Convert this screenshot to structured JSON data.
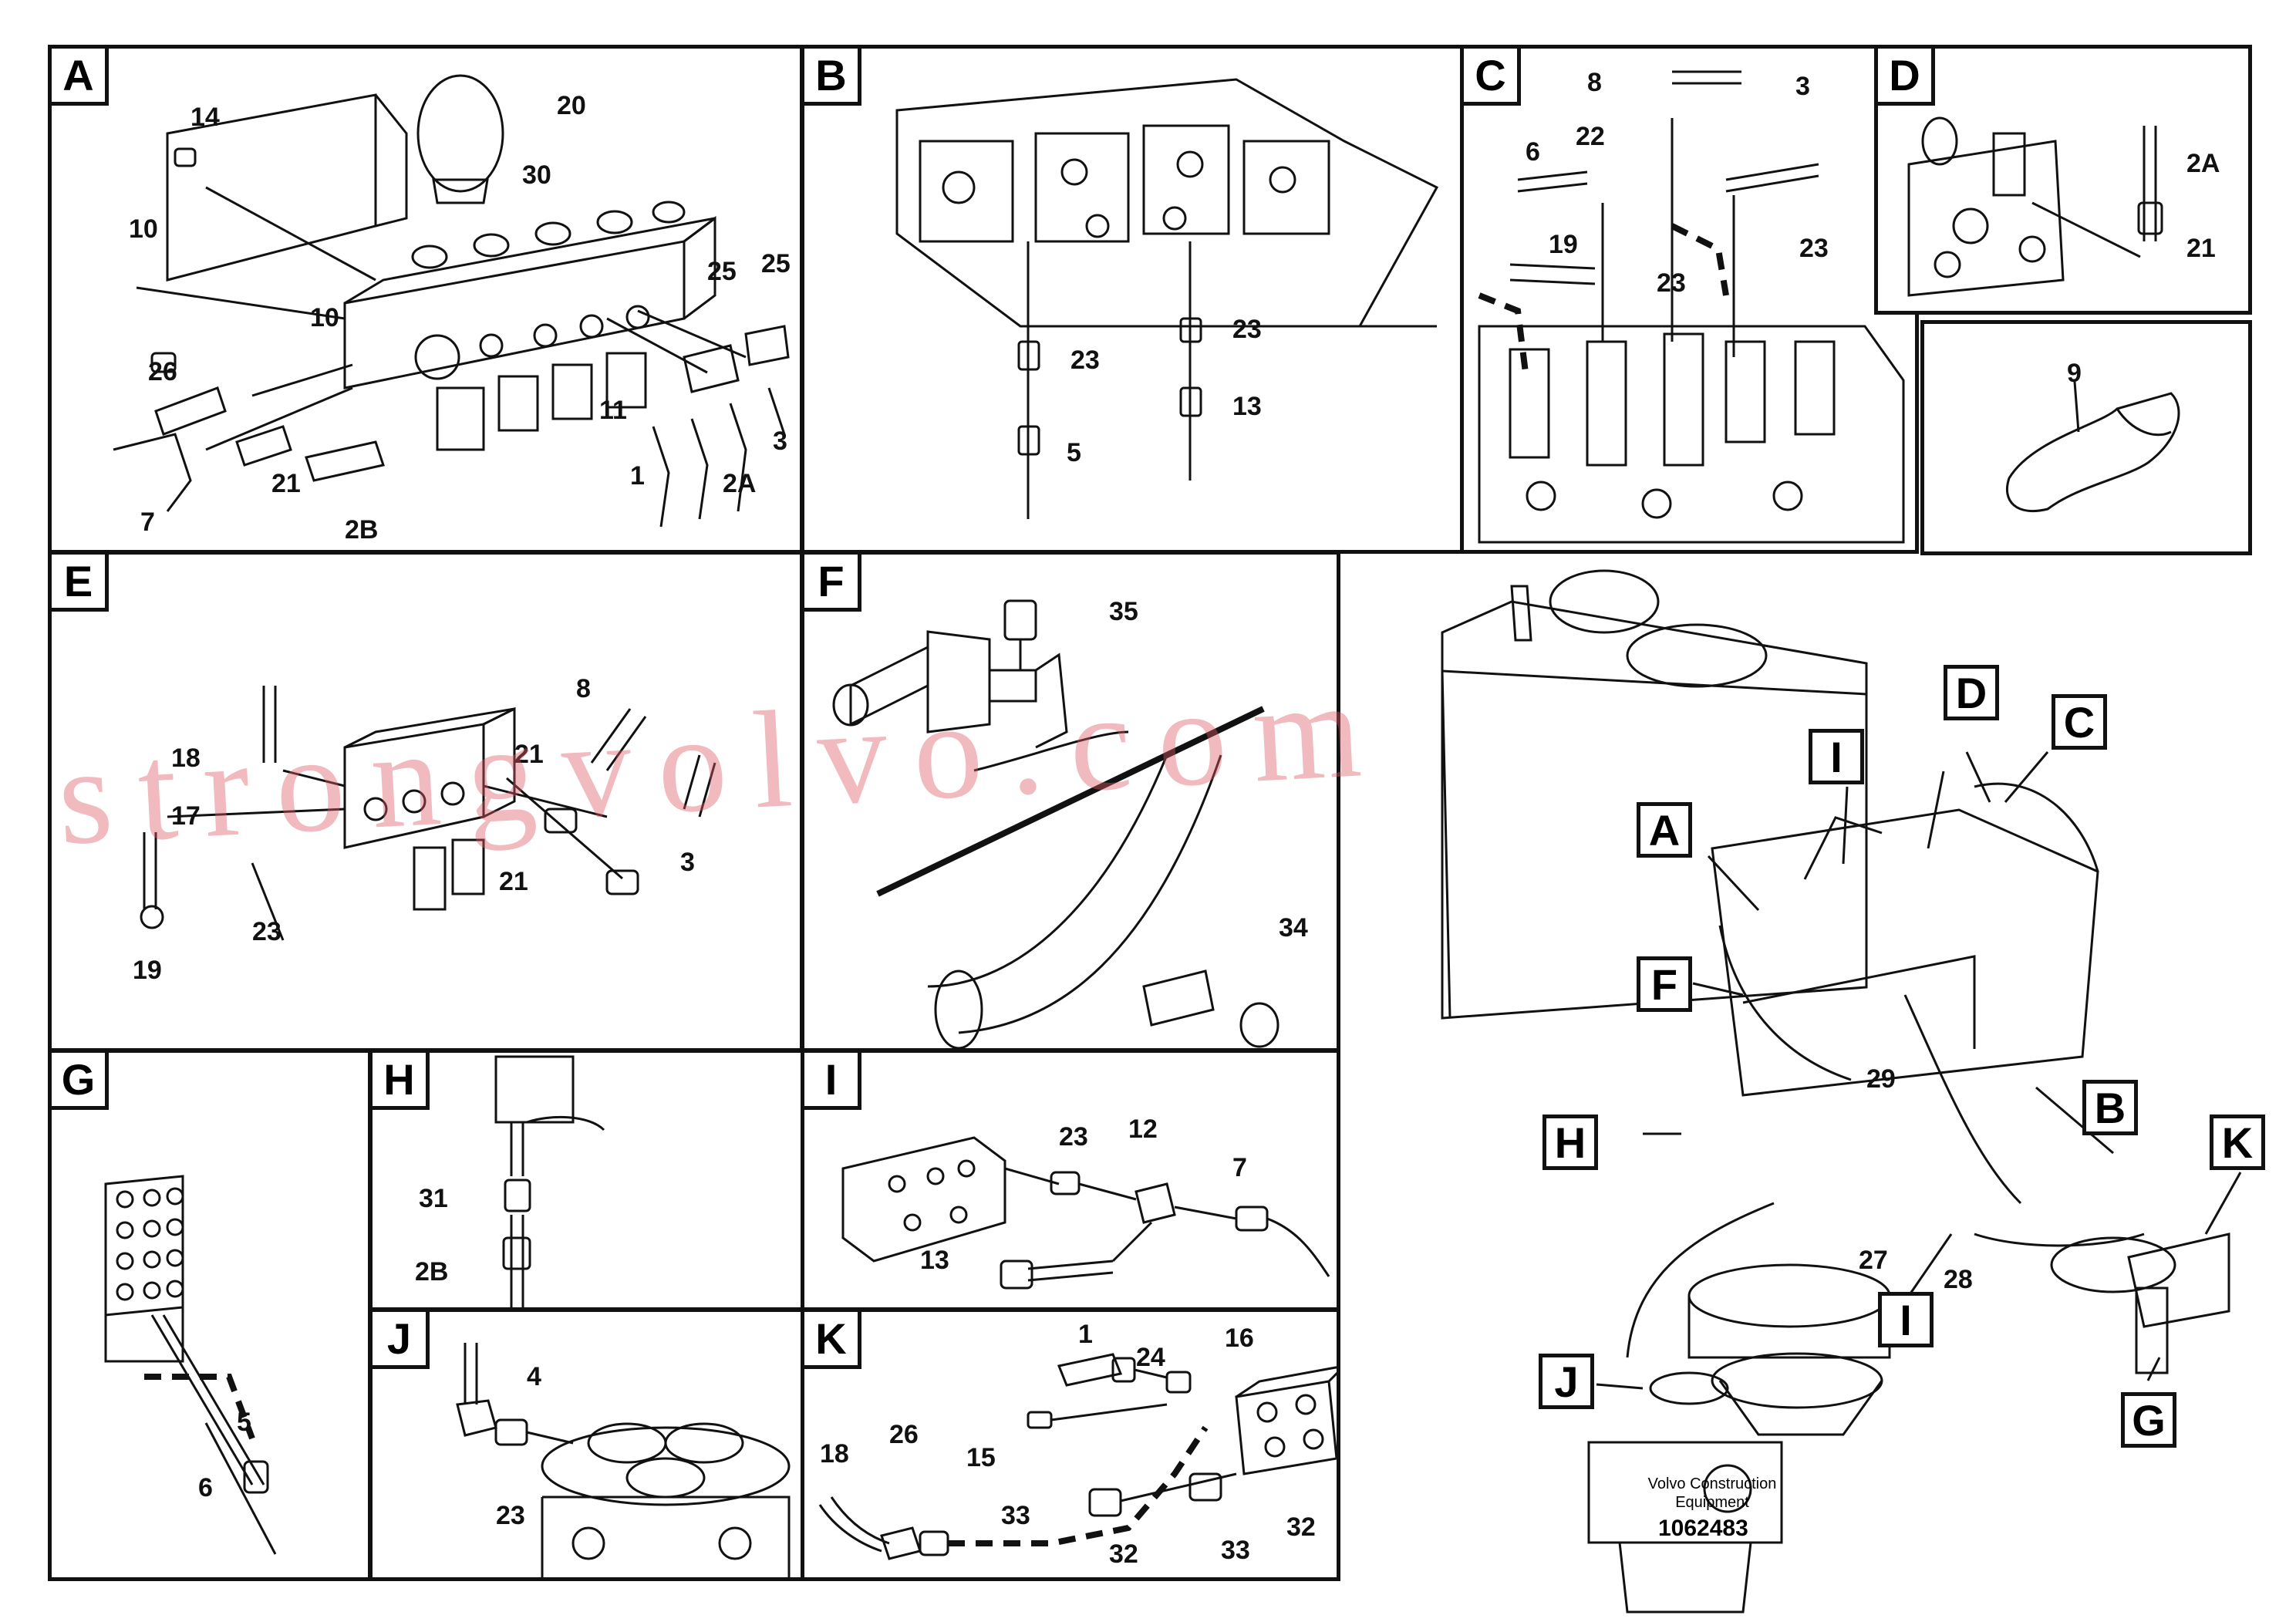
{
  "panels": {
    "A": {
      "label": "A",
      "callouts": [
        "14",
        "20",
        "30",
        "10",
        "10",
        "25",
        "25",
        "26",
        "11",
        "3",
        "1",
        "2A",
        "21",
        "7",
        "2B"
      ]
    },
    "B": {
      "label": "B",
      "callouts": [
        "23",
        "23",
        "13",
        "5"
      ]
    },
    "C": {
      "label": "C",
      "callouts": [
        "8",
        "3",
        "22",
        "6",
        "23",
        "19",
        "23"
      ]
    },
    "D": {
      "label": "D",
      "callouts": [
        "2A",
        "21"
      ]
    },
    "E": {
      "label": "E",
      "callouts": [
        "18",
        "8",
        "21",
        "17",
        "3",
        "21",
        "23",
        "19"
      ]
    },
    "F": {
      "label": "F",
      "callouts": [
        "35",
        "34"
      ]
    },
    "G": {
      "label": "G",
      "callouts": [
        "5",
        "6"
      ]
    },
    "H": {
      "label": "H",
      "callouts": [
        "31",
        "2B"
      ]
    },
    "I": {
      "label": "I",
      "callouts": [
        "23",
        "12",
        "7",
        "13"
      ]
    },
    "J": {
      "label": "J",
      "callouts": [
        "4",
        "23"
      ]
    },
    "K": {
      "label": "K",
      "callouts": [
        "1",
        "16",
        "24",
        "18",
        "26",
        "15",
        "33",
        "32",
        "33",
        "32"
      ]
    },
    "nine": {
      "callouts": [
        "9"
      ]
    }
  },
  "overview": {
    "labels": [
      "D",
      "C",
      "I",
      "A",
      "F",
      "29",
      "H",
      "B",
      "K",
      "27",
      "28",
      "I",
      "J",
      "G"
    ]
  },
  "footer": {
    "manufacturer_line1": "Volvo Construction",
    "manufacturer_line2": "Equipment",
    "reference": "1062483"
  },
  "watermark": "strongvolvo.com"
}
